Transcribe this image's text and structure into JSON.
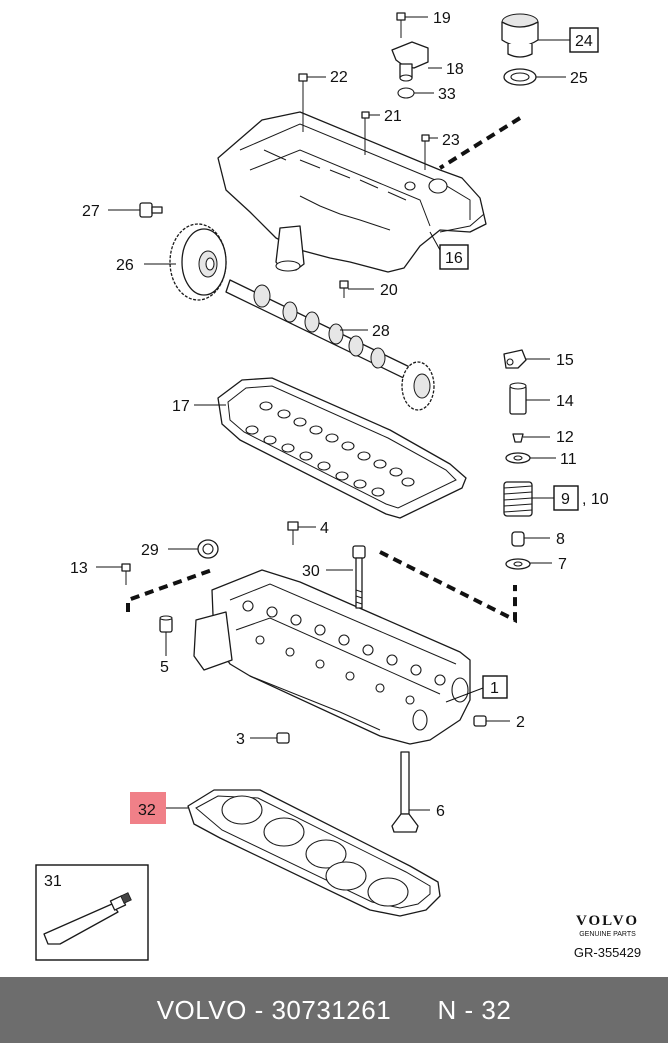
{
  "callouts": {
    "c1": "1",
    "c2": "2",
    "c3": "3",
    "c4": "4",
    "c5": "5",
    "c6": "6",
    "c7": "7",
    "c8": "8",
    "c9": "9",
    "c10": ", 10",
    "c11": "11",
    "c12": "12",
    "c13": "13",
    "c14": "14",
    "c15": "15",
    "c16": "16",
    "c17": "17",
    "c18": "18",
    "c19": "19",
    "c20": "20",
    "c21": "21",
    "c22": "22",
    "c23": "23",
    "c24": "24",
    "c25": "25",
    "c26": "26",
    "c27": "27",
    "c28": "28",
    "c29": "29",
    "c30": "30",
    "c31": "31",
    "c32": "32",
    "c33": "33"
  },
  "highlight_color": "#f08088",
  "brand": {
    "name": "VOLVO",
    "tagline": "GENUINE PARTS",
    "reference": "GR-355429"
  },
  "footer": {
    "make": "VOLVO",
    "separator": " - ",
    "part_number": "30731261",
    "position": "N - 32"
  }
}
